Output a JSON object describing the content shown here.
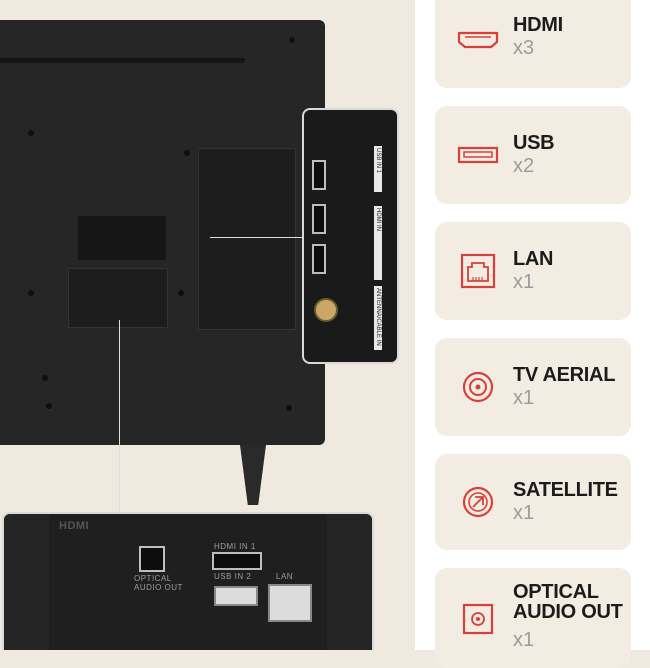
{
  "colors": {
    "accent": "#d6423b",
    "card_bg": "#f2ece2",
    "text_dark": "#1c1c1c",
    "text_muted": "#9c9c9c",
    "tv_body": "#262626"
  },
  "product_image": {
    "io_panel_labels": {
      "hdmi_logo": "HDMI",
      "hdmi_in": "HDMI IN 1",
      "usb_in": "USB IN 2",
      "lan": "LAN",
      "optical": "OPTICAL\nAUDIO OUT"
    },
    "side_panel_labels": {
      "usb": "USB IN 1",
      "hdmi": "HDMI IN",
      "antenna": "ANTENNA/CABLE IN"
    }
  },
  "ports": [
    {
      "name": "HDMI",
      "count": "x3",
      "icon": "hdmi-icon"
    },
    {
      "name": "USB",
      "count": "x2",
      "icon": "usb-icon"
    },
    {
      "name": "LAN",
      "count": "x1",
      "icon": "lan-icon"
    },
    {
      "name": "TV AERIAL",
      "count": "x1",
      "icon": "aerial-icon"
    },
    {
      "name": "SATELLITE",
      "count": "x1",
      "icon": "satellite-icon"
    },
    {
      "name": "OPTICAL\nAUDIO OUT",
      "count": "x1",
      "icon": "optical-audio-icon"
    }
  ]
}
